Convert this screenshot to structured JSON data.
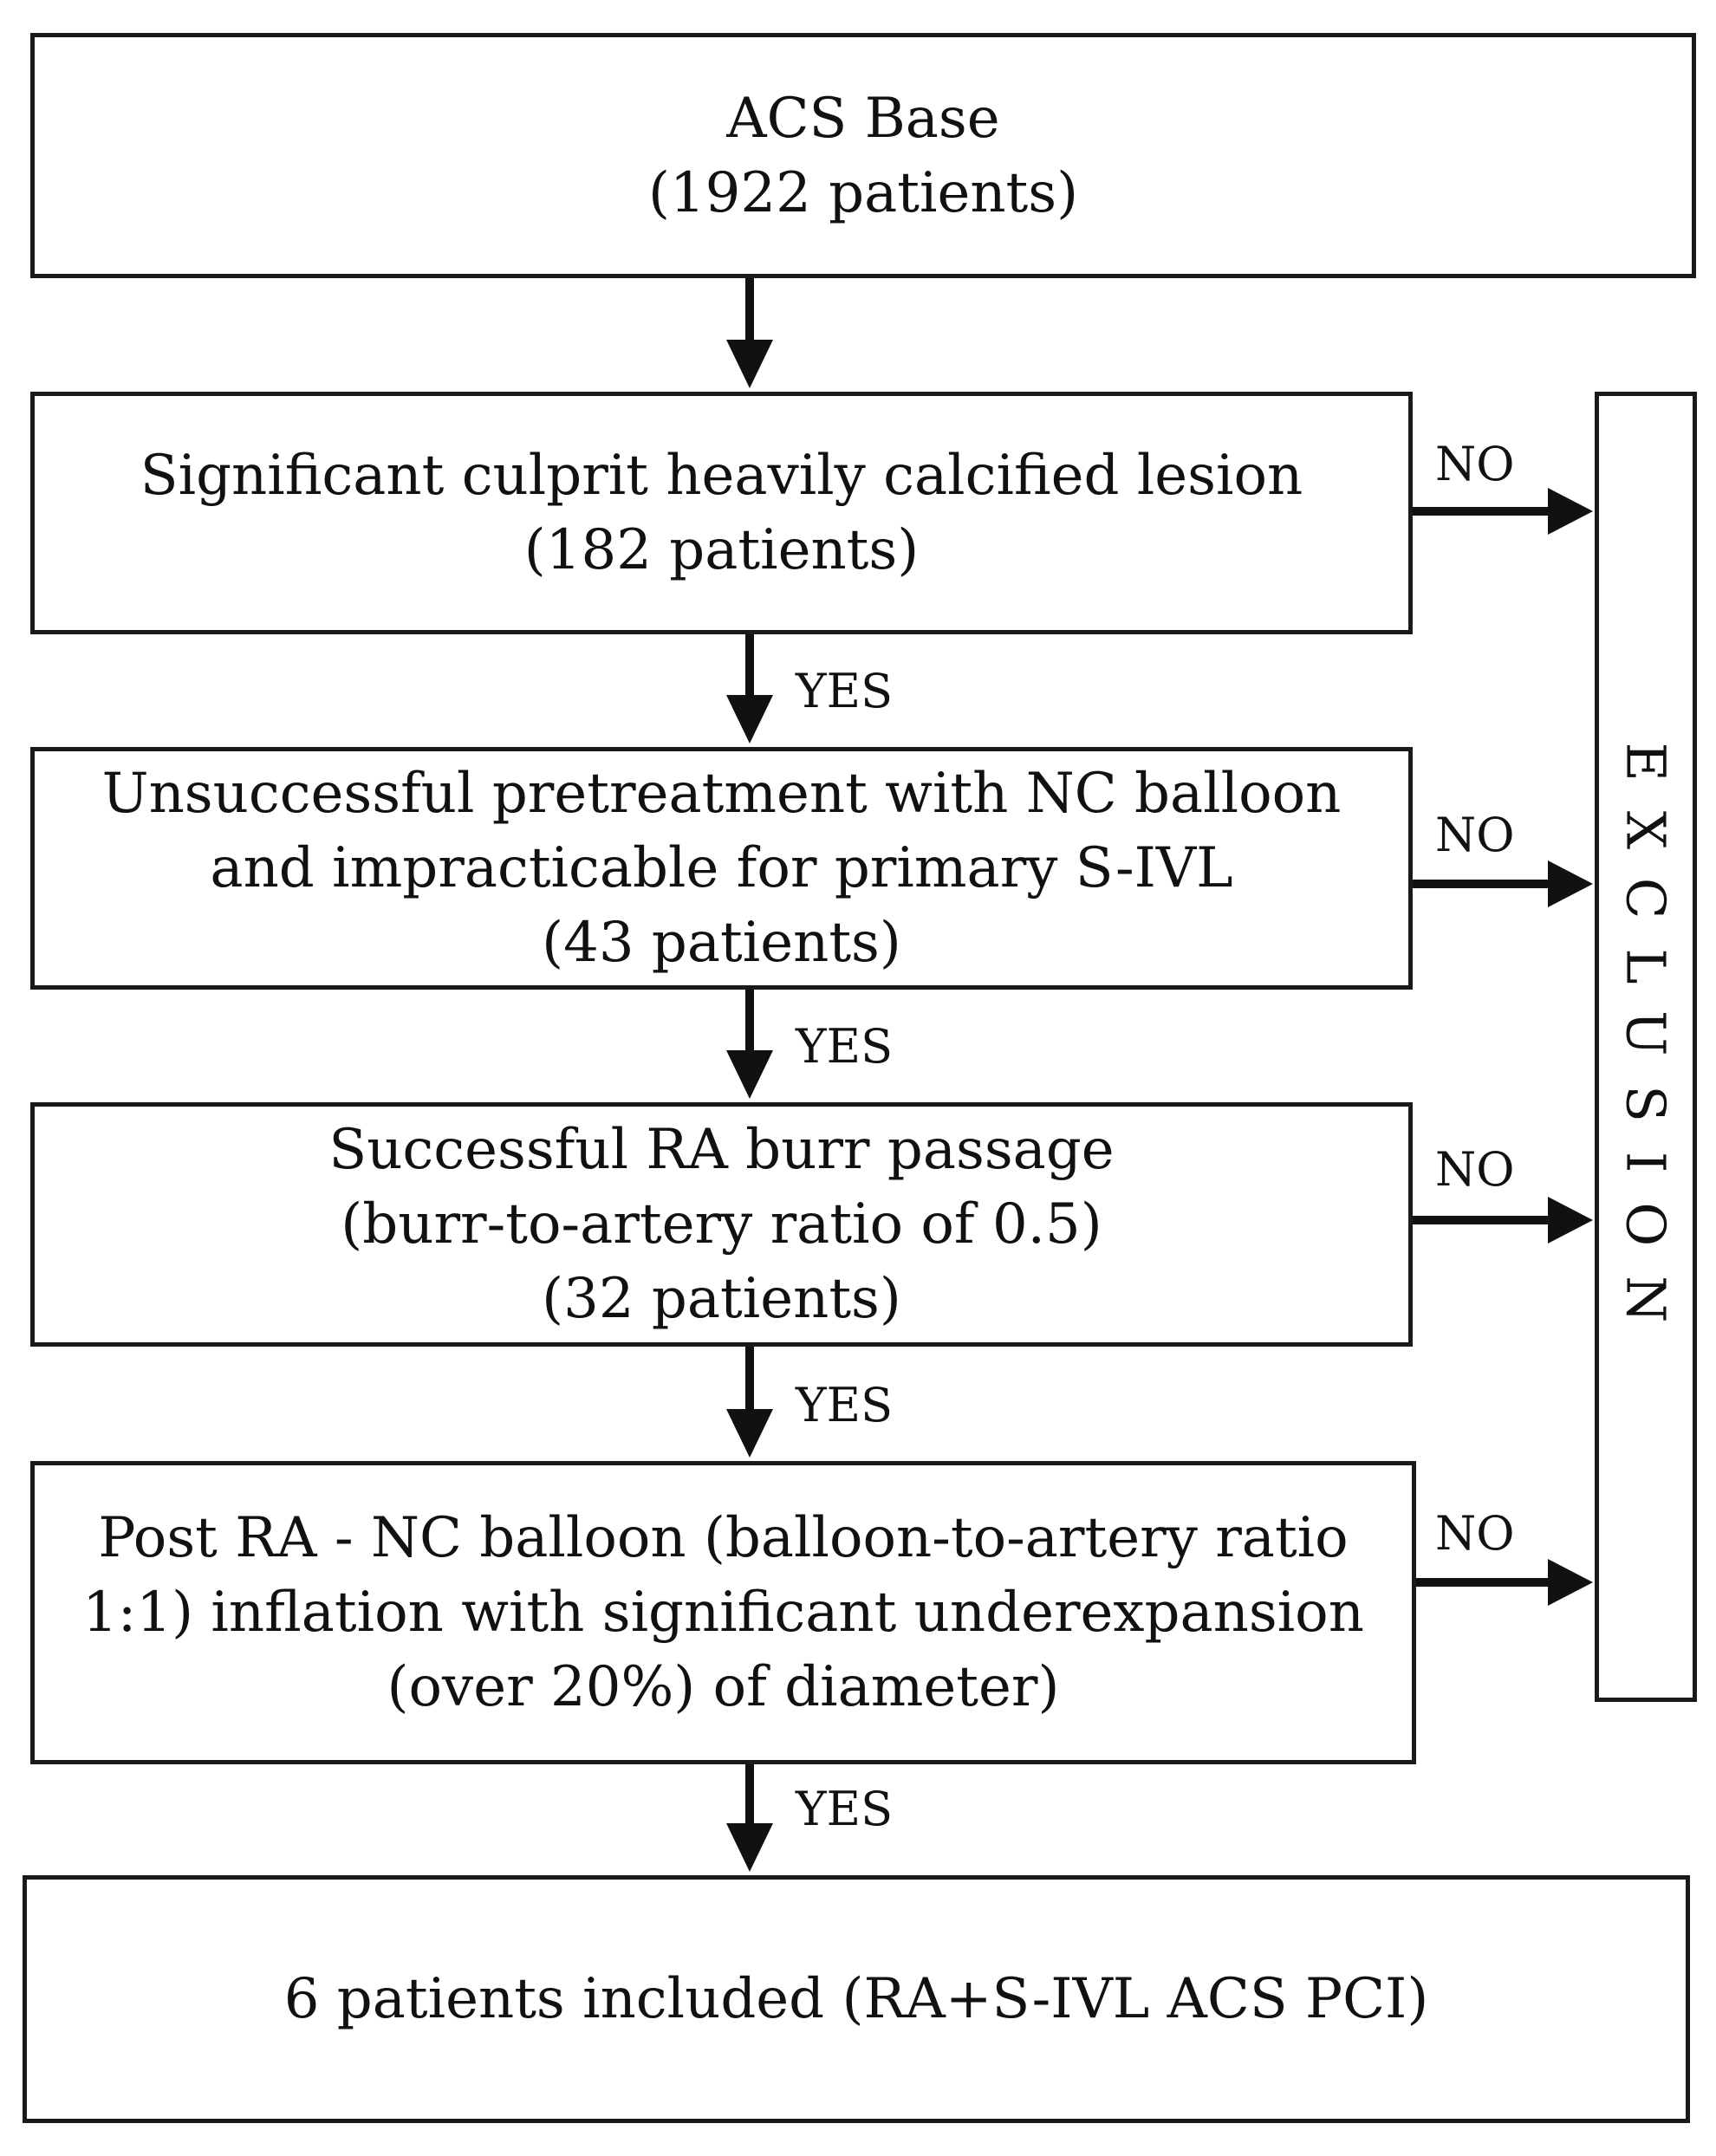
{
  "boxes": {
    "acs_base": [
      "ACS Base",
      "(1922 patients)"
    ],
    "calcified": [
      "Significant culprit heavily calcified lesion",
      "(182 patients)"
    ],
    "pretreatment": [
      "Unsuccessful pretreatment with NC balloon",
      "and impracticable for primary S-IVL",
      "(43 patients)"
    ],
    "burr": [
      "Successful RA burr passage",
      "(burr-to-artery ratio of 0.5)",
      "(32 patients)"
    ],
    "post_ra": [
      "Post RA - NC balloon (balloon-to-artery ratio",
      "1:1) inflation with significant underexpansion",
      "(over 20%) of diameter)"
    ],
    "included": [
      "6 patients included (RA+S-IVL ACS PCI)"
    ]
  },
  "exclusion_label": "EXCLUSION",
  "labels": {
    "yes": [
      "YES",
      "YES",
      "YES",
      "YES"
    ],
    "no": [
      "NO",
      "NO",
      "NO",
      "NO"
    ]
  }
}
